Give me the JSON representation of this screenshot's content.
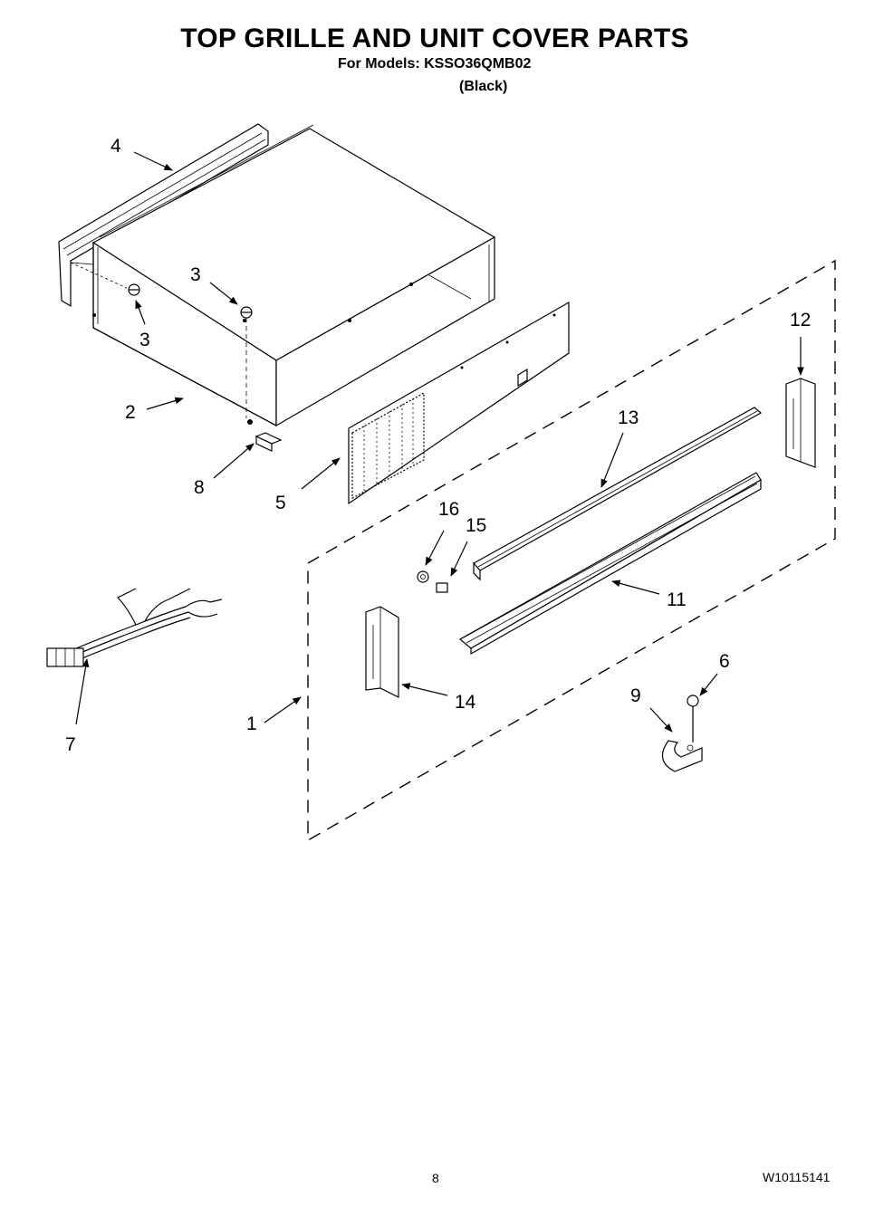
{
  "header": {
    "title": "TOP GRILLE AND UNIT COVER PARTS",
    "models_label": "For Models: KSSO36QMB02",
    "variant": "(Black)"
  },
  "callouts": {
    "c1": "1",
    "c2": "2",
    "c3a": "3",
    "c3b": "3",
    "c4": "4",
    "c5": "5",
    "c6": "6",
    "c7": "7",
    "c8": "8",
    "c9": "9",
    "c11": "11",
    "c12": "12",
    "c13": "13",
    "c14": "14",
    "c15": "15",
    "c16": "16"
  },
  "footer": {
    "page_number": "8",
    "doc_number": "W10115141"
  }
}
